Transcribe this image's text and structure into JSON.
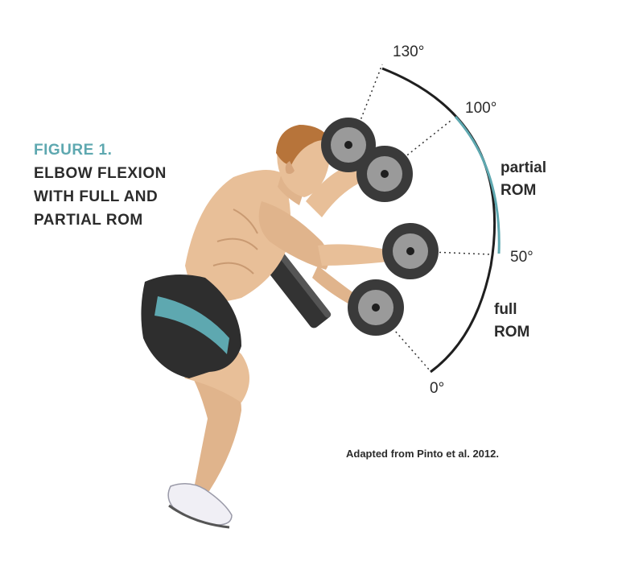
{
  "figure": {
    "number": "FIGURE 1.",
    "title_lines": [
      "ELBOW FLEXION",
      "WITH FULL AND",
      "PARTIAL ROM"
    ]
  },
  "angles": {
    "a130": "130°",
    "a100": "100°",
    "a50": "50°",
    "a0": "0°"
  },
  "rom_labels": {
    "partial": [
      "partial",
      "ROM"
    ],
    "full": [
      "full",
      "ROM"
    ]
  },
  "credit": "Adapted from Pinto et al. 2012.",
  "colors": {
    "accent_teal": "#5ea8b0",
    "arc_dark": "#1f1f1f",
    "skin": "#e8bf98",
    "shorts": "#2e2e2e",
    "bench_pad": "#333333",
    "dumbbell_plate": "#3a3a3a"
  }
}
